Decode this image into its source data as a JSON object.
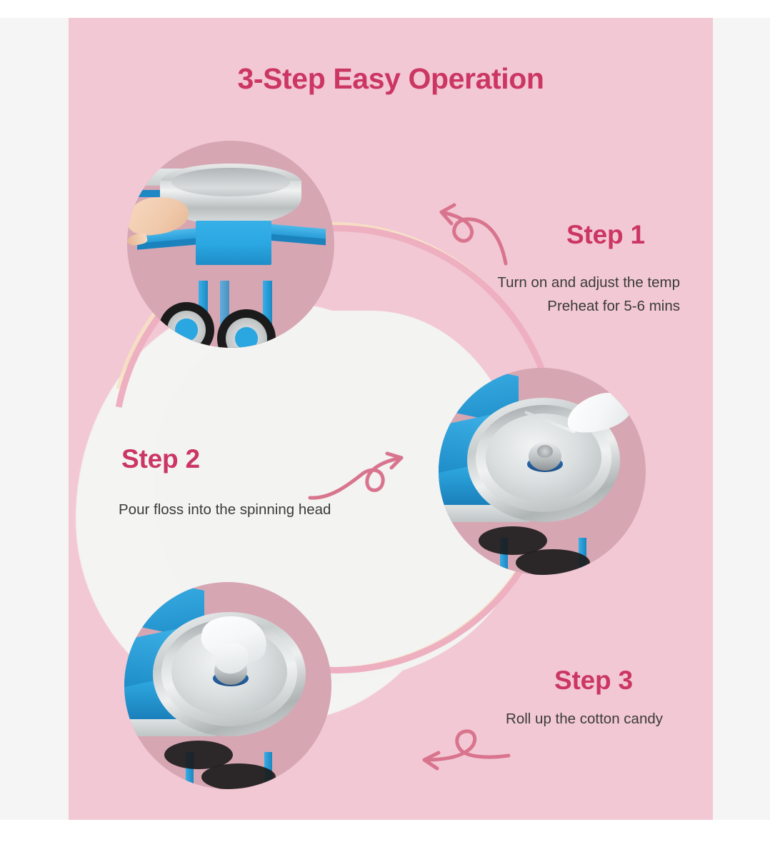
{
  "poster": {
    "title": "3-Step Easy Operation",
    "background_color": "#f2c8d4",
    "accent_color": "#cb3663",
    "body_text_color": "#3b3b3b",
    "ring_color": "#eeb0c0",
    "cloud_color": "#f4f4f3",
    "photo_circle_color": "#d7a6b3",
    "machine_color": "#2aa6e0"
  },
  "steps": [
    {
      "label": "Step 1",
      "line1": "Turn on and adjust the temp",
      "line2": "Preheat for 5-6 mins",
      "photo_alt": "cotton candy cart machine with hand adjusting temperature knob"
    },
    {
      "label": "Step 2",
      "line1": "Pour floss into the spinning head",
      "photo_alt": "top view of spinning head bowl with floss stick"
    },
    {
      "label": "Step 3",
      "line1": "Roll up the cotton candy",
      "photo_alt": "top view of bowl with cotton candy rolled on stick"
    }
  ]
}
